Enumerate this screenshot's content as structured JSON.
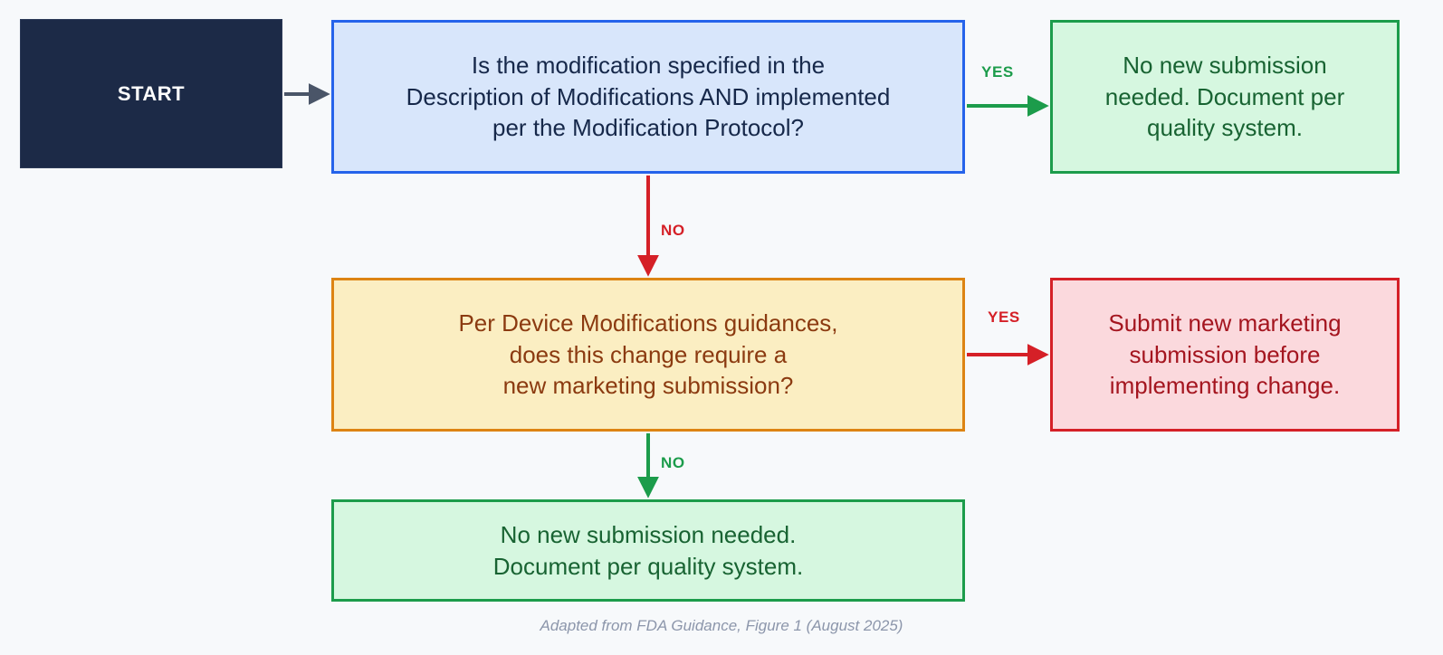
{
  "figure": {
    "background_color": "#f7f9fb",
    "caption": "Adapted from FDA Guidance, Figure 1 (August 2025)"
  },
  "nodes": {
    "start": {
      "label": "START",
      "shape": "terminal",
      "fill": "#1c2a47",
      "border": "#2c3a57",
      "text_color": "#ffffff"
    },
    "decision_1": {
      "label": "Is the modification specified in the\nDescription of Modifications AND implemented\nper the Modification Protocol?",
      "shape": "decision",
      "fill": "#d8e6fb",
      "border": "#2563eb",
      "text_color": "#16284a"
    },
    "outcome_1": {
      "label": "No new submission\nneeded. Document per\nquality system.",
      "shape": "outcome",
      "fill": "#d6f7e0",
      "border": "#1c9c4b",
      "text_color": "#186332"
    },
    "decision_2": {
      "label": "Per Device Modifications guidances,\ndoes this change require a\nnew marketing submission?",
      "shape": "decision",
      "fill": "#fbeec2",
      "border": "#dd8413",
      "text_color": "#8b3a10"
    },
    "outcome_2": {
      "label": "Submit new marketing\nsubmission before\nimplementing change.",
      "shape": "outcome",
      "fill": "#fbd9dd",
      "border": "#d52027",
      "text_color": "#a4151f"
    },
    "outcome_3": {
      "label": "No new submission needed.\nDocument per quality system.",
      "shape": "outcome",
      "fill": "#d6f7e0",
      "border": "#1c9c4b",
      "text_color": "#186332"
    }
  },
  "edges": {
    "start_to_decision_1": {
      "label": "",
      "color": "#4a5568",
      "from": "start",
      "to": "decision_1",
      "direction": "right"
    },
    "decision_1_yes": {
      "label": "YES",
      "color": "#1c9c4b",
      "from": "decision_1",
      "to": "outcome_1",
      "direction": "right"
    },
    "decision_1_no": {
      "label": "NO",
      "color": "#d52027",
      "from": "decision_1",
      "to": "decision_2",
      "direction": "down"
    },
    "decision_2_yes": {
      "label": "YES",
      "color": "#d52027",
      "from": "decision_2",
      "to": "outcome_2",
      "direction": "right"
    },
    "decision_2_no": {
      "label": "NO",
      "color": "#1c9c4b",
      "from": "decision_2",
      "to": "outcome_3",
      "direction": "down"
    }
  }
}
